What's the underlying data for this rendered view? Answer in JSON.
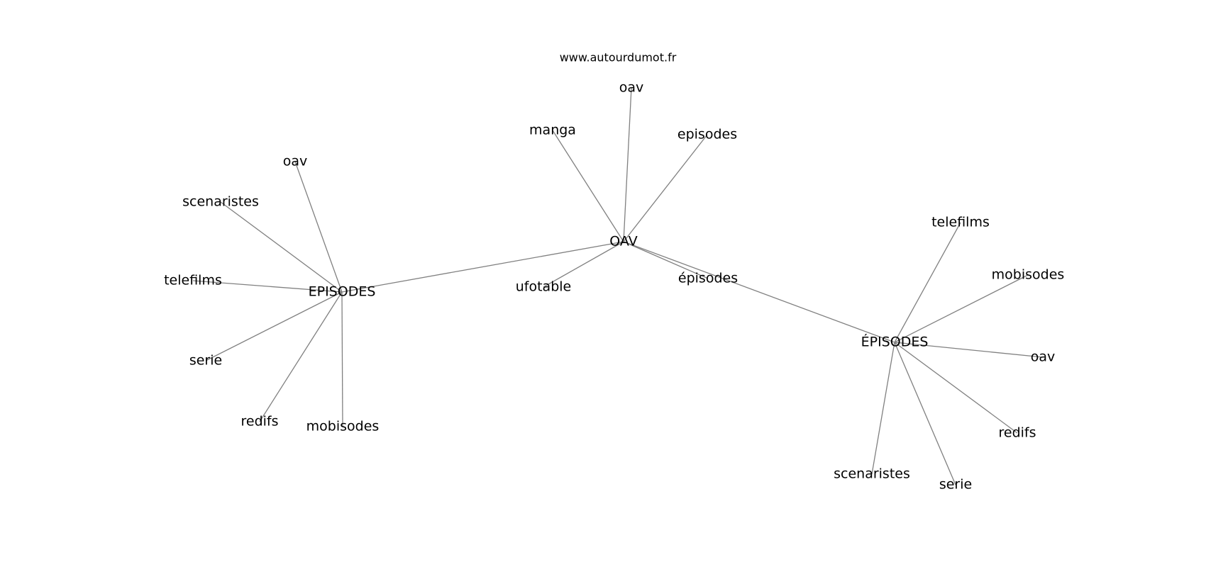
{
  "source": "www.autourdumot.fr",
  "nodes": [
    {
      "id": "oav_center",
      "label": "OAV"
    },
    {
      "id": "episodes_left",
      "label": "EPISODES"
    },
    {
      "id": "episodes_right",
      "label": "ÉPISODES"
    },
    {
      "id": "oav_top",
      "label": "oav"
    },
    {
      "id": "manga",
      "label": "manga"
    },
    {
      "id": "episodes_top",
      "label": "episodes"
    },
    {
      "id": "ufotable",
      "label": "ufotable"
    },
    {
      "id": "episodes_accent",
      "label": "épisodes"
    },
    {
      "id": "l_oav",
      "label": "oav"
    },
    {
      "id": "l_scenaristes",
      "label": "scenaristes"
    },
    {
      "id": "l_telefilms",
      "label": "telefilms"
    },
    {
      "id": "l_serie",
      "label": "serie"
    },
    {
      "id": "l_redifs",
      "label": "redifs"
    },
    {
      "id": "l_mobisodes",
      "label": "mobisodes"
    },
    {
      "id": "r_telefilms",
      "label": "telefilms"
    },
    {
      "id": "r_mobisodes",
      "label": "mobisodes"
    },
    {
      "id": "r_oav",
      "label": "oav"
    },
    {
      "id": "r_redifs",
      "label": "redifs"
    },
    {
      "id": "r_serie",
      "label": "serie"
    },
    {
      "id": "r_scenaristes",
      "label": "scenaristes"
    }
  ],
  "edges": [
    [
      "oav_center",
      "oav_top"
    ],
    [
      "oav_center",
      "manga"
    ],
    [
      "oav_center",
      "episodes_top"
    ],
    [
      "oav_center",
      "ufotable"
    ],
    [
      "oav_center",
      "episodes_accent"
    ],
    [
      "oav_center",
      "episodes_left"
    ],
    [
      "oav_center",
      "episodes_right"
    ],
    [
      "episodes_left",
      "l_oav"
    ],
    [
      "episodes_left",
      "l_scenaristes"
    ],
    [
      "episodes_left",
      "l_telefilms"
    ],
    [
      "episodes_left",
      "l_serie"
    ],
    [
      "episodes_left",
      "l_redifs"
    ],
    [
      "episodes_left",
      "l_mobisodes"
    ],
    [
      "episodes_right",
      "r_telefilms"
    ],
    [
      "episodes_right",
      "r_mobisodes"
    ],
    [
      "episodes_right",
      "r_oav"
    ],
    [
      "episodes_right",
      "r_redifs"
    ],
    [
      "episodes_right",
      "r_serie"
    ],
    [
      "episodes_right",
      "r_scenaristes"
    ]
  ]
}
